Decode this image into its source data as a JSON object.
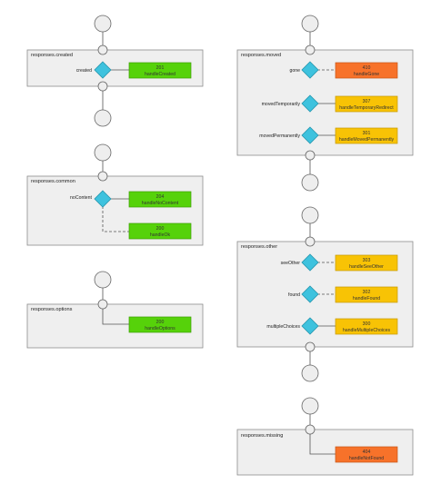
{
  "colors": {
    "success": "#56d20a",
    "redirect": "#f8c305",
    "error": "#f7722a",
    "decision": "#3ec2de"
  },
  "groups": {
    "created": {
      "title": "responses.created",
      "decision": "created",
      "result": {
        "code": "201",
        "handler": "handleCreated"
      }
    },
    "common": {
      "title": "responses.common",
      "decision": "noContent",
      "results": [
        {
          "code": "204",
          "handler": "handleNoContent"
        },
        {
          "code": "200",
          "handler": "handleOk"
        }
      ]
    },
    "options": {
      "title": "responses.options",
      "result": {
        "code": "200",
        "handler": "handleOptions"
      }
    },
    "moved": {
      "title": "responses.moved",
      "decisions": [
        "gone",
        "movedTemporarily",
        "movedPermanently"
      ],
      "results": [
        {
          "code": "410",
          "handler": "handleGone"
        },
        {
          "code": "307",
          "handler": "handleTemporaryRedirect"
        },
        {
          "code": "301",
          "handler": "handleMovedPermanently"
        }
      ]
    },
    "other": {
      "title": "responses.other",
      "decisions": [
        "seeOther",
        "found",
        "multipleChoices"
      ],
      "results": [
        {
          "code": "303",
          "handler": "handleSeeOther"
        },
        {
          "code": "302",
          "handler": "handleFound"
        },
        {
          "code": "300",
          "handler": "handleMultipleChoices"
        }
      ]
    },
    "missing": {
      "title": "responses.missing",
      "result": {
        "code": "404",
        "handler": "handleNotFound"
      }
    }
  }
}
